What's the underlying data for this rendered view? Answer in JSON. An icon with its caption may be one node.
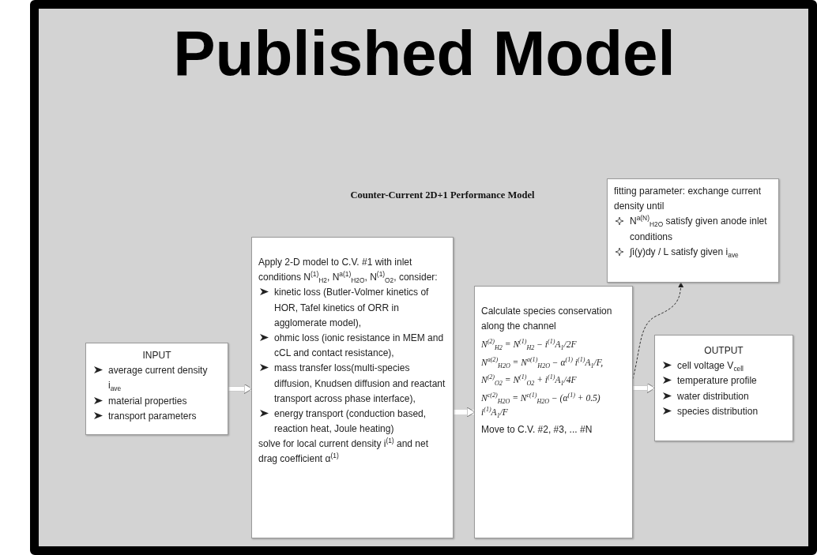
{
  "diagram": {
    "title": "Published Model",
    "nodes": [
      {
        "text": [
          "INPUT",
          "average current density i$_{ave}$",
          "material properties",
          "transport parameters"
        ]
      },
      {
        "text": [
          "Apply 2-D model to C.V. #1 with inlet conditions N$^{(1)}$$_{H2}$, N$^{a(1)}$$_{H2O}$, N$^{(1)}$$_{O2}$, consider:",
          "kinetic loss (Butler-Volmer kinetics of HOR, Tafel kinetics of ORR in agglomerate model),",
          "ohmic loss (ionic resistance in MEM and cCL and contact resistance),",
          "mass transfer loss(multi-species diffusion, Knudsen diffusion and reactant transport across phase interface),",
          "energy transport (conduction based, reaction heat, Joule heating)",
          "solve for local current density i$^{(1)}$ and net drag coefficient α$^{(1)}$"
        ]
      },
      {
        "text": [
          "Calculate species conservation along the channel",
          "N$^{(2)}$$_{H2}$ = N$^{(1)}$$_{H2}$ − i$^{(1)}$A$_{1}$/2F",
          "N$^{a(2)}$$_{H2O}$ = N$^{a(1)}$$_{H2O}$ − α$^{(1)}$ i$^{(1)}$A$_{1}$/F,",
          "N$^{(2)}$$_{O2}$ = N$^{(1)}$$_{O2}$ + i$^{(1)}$A$_{1}$/4F",
          "N$^{c(2)}$$_{H2O}$ = N$^{c(1)}$$_{H2O}$ − (α$^{(1)}$ + 0.5) i$^{(1)}$A$_{1}$/F",
          "Move to C.V. #2, #3, ... #N"
        ]
      },
      {
        "text": [
          "OUTPUT",
          "cell voltage V$_{cell}$",
          "temperature profile",
          "water distribution",
          "species distribution"
        ]
      },
      {
        "text": [
          "fitting parameter: exchange current density until",
          "N$^{a(N)}$$_{H2O}$ satisfy given anode inlet conditions",
          "∫i(y)dy / L satisfy given i$_{ave}$"
        ]
      }
    ],
    "edges": [
      {
        "from": 0,
        "to": 1,
        "arrow": "to"
      },
      {
        "from": 1,
        "to": 2,
        "arrow": "to"
      },
      {
        "from": 2,
        "to": 3,
        "arrow": "to"
      },
      {
        "from": 2,
        "to": 4,
        "arrow": "to",
        "style": "dashed",
        "color": "#333333"
      }
    ],
    "labels": [
      "Counter-Current 2D+1 Performance Model"
    ]
  }
}
